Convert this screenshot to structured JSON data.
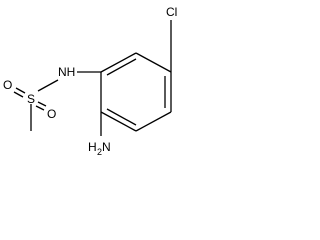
{
  "molecule": {
    "atoms": {
      "nh": "NH",
      "s": "S",
      "o_upper": "O",
      "o_lower": "O",
      "cl": "Cl",
      "amine_main": "H",
      "amine_sub": "2",
      "amine_n": "N"
    }
  }
}
